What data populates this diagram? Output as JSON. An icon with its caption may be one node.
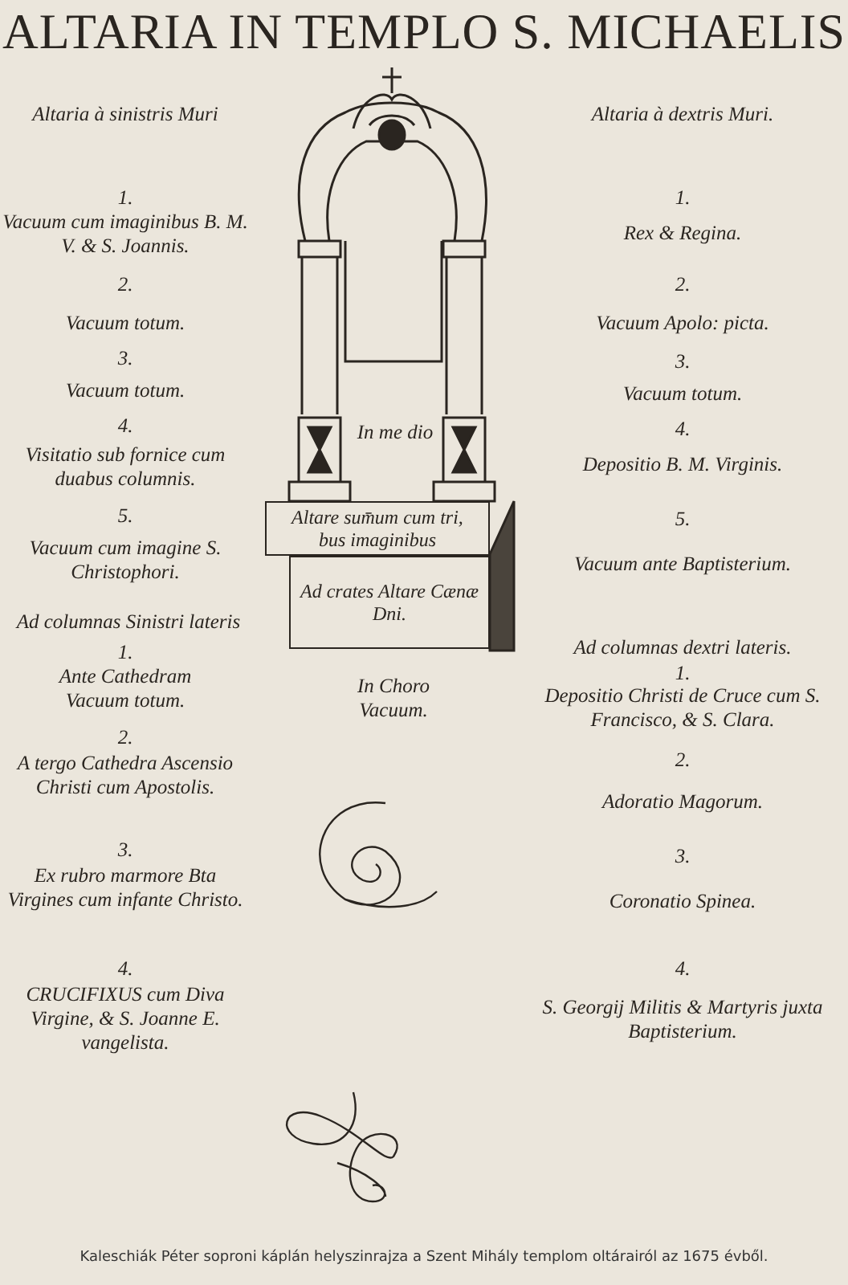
{
  "diagram": {
    "title": "ALTARIA IN TEMPLO S. MICHAELIS",
    "caption": "Kaleschiák Péter soproni káplán helyszinrajza a Szent Mihály templom oltárairól az 1675 évből.",
    "nodes": [
      {
        "text": [
          "Altare sum̄um cum tri, bus imaginibus"
        ]
      },
      {
        "text": [
          "Ad crates Altare Cænæ Dni."
        ]
      }
    ],
    "edges": [],
    "labels": [
      "Altaria à sinistris Muri",
      "1.",
      "Vacuum cum imaginibus B. M. V. & S. Joannis.",
      "2.",
      "Vacuum totum.",
      "3.",
      "Vacuum totum.",
      "4.",
      "Visitatio sub fornice cum duabus columnis.",
      "5.",
      "Vacuum cum imagine S. Christophori.",
      "Ad columnas Sinistri lateris",
      "1.",
      "Ante Cathedram Vacuum totum.",
      "2.",
      "A tergo Cathedra Ascensio Christi cum Apostolis.",
      "3.",
      "Ex rubro marmore Bta Virgines cum infante Christo.",
      "4.",
      "CRUCIFIXUS cum Diva Virgine, & S. Joanne E. vangelista.",
      "In me dio",
      "In Choro Vacuum.",
      "Altaria à dextris Muri.",
      "1.",
      "Rex & Regina.",
      "2.",
      "Vacuum Apolo: picta.",
      "3.",
      "Vacuum totum.",
      "4.",
      "Depositio B. M. Virginis.",
      "5.",
      "Vacuum ante Baptisterium.",
      "Ad columnas dextri lateris.",
      "1.",
      "Depositio Christi de Cruce cum S. Francisco, & S. Clara.",
      "2.",
      "Adoratio Magorum.",
      "3.",
      "Coronatio Spinea.",
      "4.",
      "S. Georgij Militis & Martyris juxta Baptisterium."
    ]
  }
}
